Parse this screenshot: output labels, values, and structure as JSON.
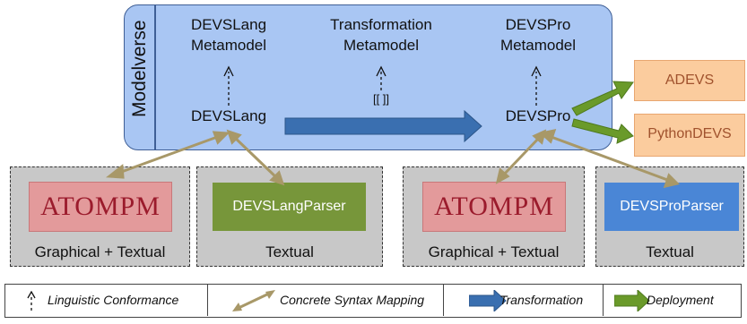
{
  "modelverse": {
    "label": "Modelverse"
  },
  "metamodels": {
    "devslang": [
      "DEVSLang",
      "Metamodel"
    ],
    "transformation": [
      "Transformation",
      "Metamodel"
    ],
    "devspro": [
      "DEVSPro",
      "Metamodel"
    ]
  },
  "models": {
    "devslang": "DEVSLang",
    "devspro": "DEVSPro",
    "transformation_label": "[[ ]]"
  },
  "targets": {
    "adevs": "ADEVS",
    "pythondevs": "PythonDEVS"
  },
  "tools": {
    "atompm_left": {
      "logo": "ATOMPM",
      "label": "Graphical + Textual"
    },
    "devslang_parser": {
      "name": "DEVSLangParser",
      "label": "Textual"
    },
    "atompm_right": {
      "logo": "ATOMPM",
      "label": "Graphical + Textual"
    },
    "devspro_parser": {
      "name": "DEVSProParser",
      "label": "Textual"
    }
  },
  "legend": {
    "conformance": "Linguistic Conformance",
    "syntax": "Concrete Syntax Mapping",
    "transformation": "Transformation",
    "deployment": "Deployment"
  },
  "colors": {
    "modelverse_fill": "#a9c6f3",
    "syntax_arrow": "#a89868",
    "transformation_arrow": "#3a6fb0",
    "deployment_arrow": "#6a9a2a",
    "target_fill": "#fbcc9e",
    "parser_green": "#77963a",
    "parser_blue": "#4a86d6",
    "atompm_fill": "#e39a9b"
  }
}
